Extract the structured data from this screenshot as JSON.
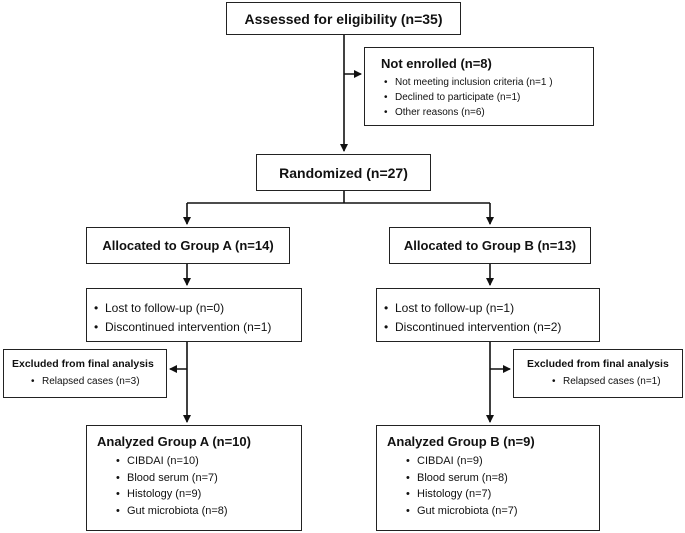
{
  "assessed": "Assessed for eligibility (n=35)",
  "not_enrolled": {
    "title": "Not enrolled (n=8)",
    "items": [
      "Not meeting inclusion criteria (n=1 )",
      "Declined to participate (n=1)",
      "Other reasons (n=6)"
    ]
  },
  "randomized": "Randomized (n=27)",
  "group_a": {
    "allocated": "Allocated to Group A (n=14)",
    "followup": [
      "Lost to follow-up (n=0)",
      "Discontinued intervention (n=1)"
    ],
    "excluded_title": "Excluded from final analysis",
    "excluded_items": [
      "Relapsed cases (n=3)"
    ],
    "analyzed_title": "Analyzed Group A (n=10)",
    "analyzed_items": [
      "CIBDAI (n=10)",
      "Blood serum (n=7)",
      "Histology (n=9)",
      "Gut microbiota (n=8)"
    ]
  },
  "group_b": {
    "allocated": "Allocated to Group B (n=13)",
    "followup": [
      "Lost to follow-up (n=1)",
      "Discontinued intervention (n=2)"
    ],
    "excluded_title": "Excluded from final analysis",
    "excluded_items": [
      "Relapsed cases (n=1)"
    ],
    "analyzed_title": "Analyzed Group B (n=9)",
    "analyzed_items": [
      "CIBDAI (n=9)",
      "Blood serum (n=8)",
      "Histology (n=7)",
      "Gut microbiota (n=7)"
    ]
  }
}
